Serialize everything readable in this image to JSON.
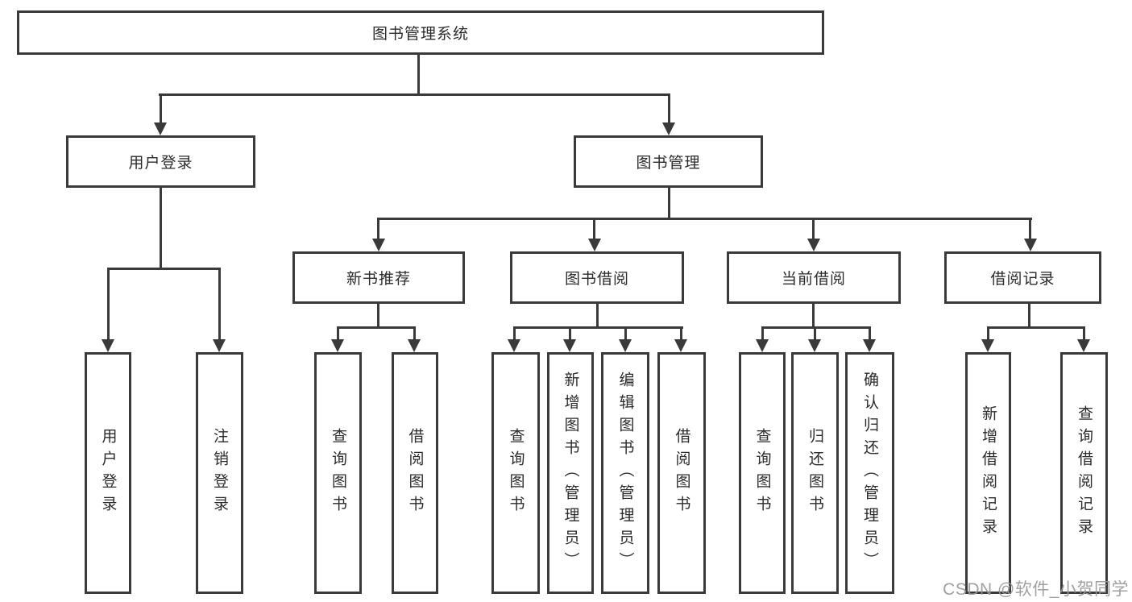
{
  "diagram": {
    "root": {
      "label": "图书管理系统"
    },
    "user_login": {
      "label": "用户登录",
      "children": [
        {
          "label": "用户登录"
        },
        {
          "label": "注销登录"
        }
      ]
    },
    "book_mgmt": {
      "label": "图书管理",
      "children": [
        {
          "label": "新书推荐",
          "children": [
            {
              "label": "查询图书"
            },
            {
              "label": "借阅图书"
            }
          ]
        },
        {
          "label": "图书借阅",
          "children": [
            {
              "label": "查询图书"
            },
            {
              "label": "新增图书（管理员）"
            },
            {
              "label": "编辑图书（管理员）"
            },
            {
              "label": "借阅图书"
            }
          ]
        },
        {
          "label": "当前借阅",
          "children": [
            {
              "label": "查询图书"
            },
            {
              "label": "归还图书"
            },
            {
              "label": "确认归还（管理员）"
            }
          ]
        },
        {
          "label": "借阅记录",
          "children": [
            {
              "label": "新增借阅记录"
            },
            {
              "label": "查询借阅记录"
            }
          ]
        }
      ]
    }
  },
  "watermark": {
    "text": "CSDN @软件_小贺同学"
  },
  "colors": {
    "line": "#3a3a3a",
    "text": "#2b2b2b",
    "watermark": "#989898",
    "background": "#ffffff"
  }
}
